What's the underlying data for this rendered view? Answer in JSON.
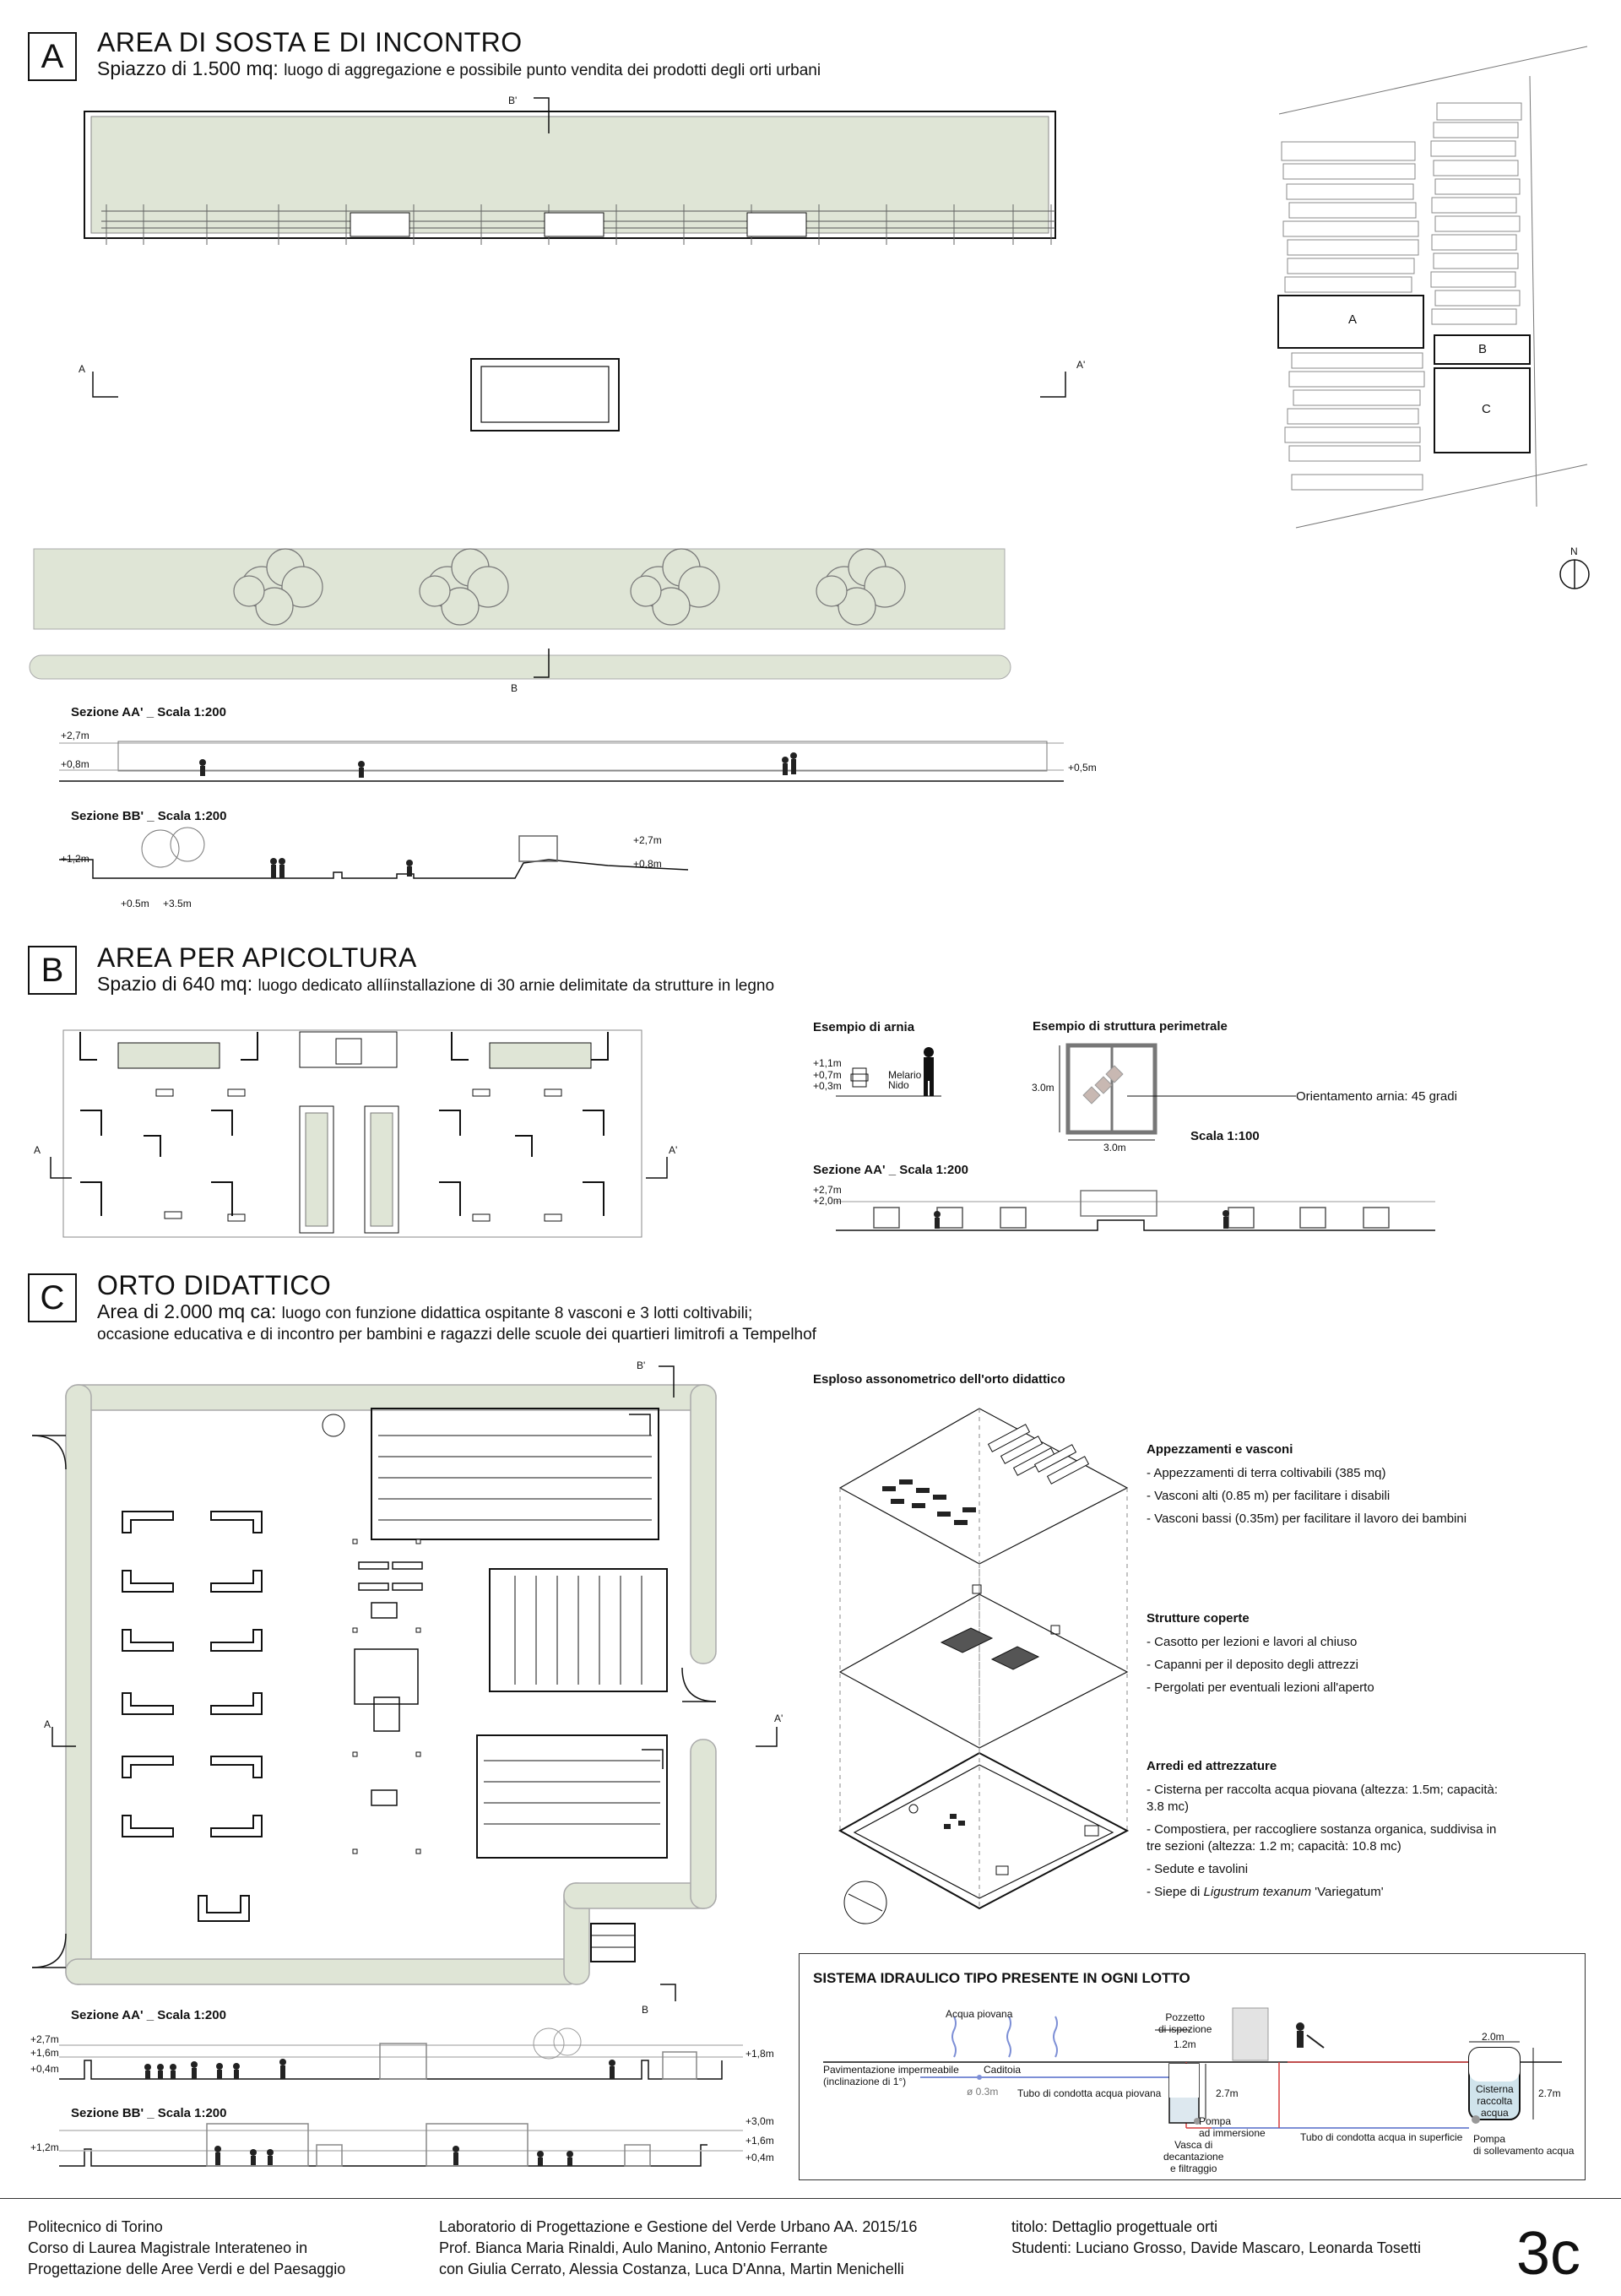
{
  "sectionA": {
    "letter": "A",
    "title": "AREA DI SOSTA E DI INCONTRO",
    "subtitle_big": "Spiazzo di 1.500 mq:",
    "subtitle_small": "luogo di aggregazione e possibile punto vendita dei prodotti degli orti urbani",
    "marks": {
      "b_top": "B'",
      "a_left": "A",
      "a_right": "A'",
      "b_bottom": "B"
    },
    "sectionAA": {
      "title": "Sezione AA' _ Scala 1:200",
      "levels": [
        "+2,7m",
        "+0,8m",
        "+0,5m"
      ]
    },
    "sectionBB": {
      "title": "Sezione BB' _ Scala 1:200",
      "levels": [
        "+1,2m",
        "+2,7m",
        "+0,8m",
        "+0.5m",
        "+3.5m"
      ]
    }
  },
  "map": {
    "labels": [
      "A",
      "B",
      "C"
    ],
    "north": "N"
  },
  "sectionB": {
    "letter": "B",
    "title": "AREA PER APICOLTURA",
    "subtitle_big": "Spazio di 640 mq:",
    "subtitle_small": "luogo dedicato allíinstallazione di 30 arnie delimitate da strutture in legno",
    "marks": {
      "a_left": "A",
      "a_right": "A'"
    },
    "arnia": {
      "title": "Esempio di arnia",
      "levels": [
        "+1,1m",
        "+0,7m",
        "+0,3m"
      ],
      "parts": [
        "Melario",
        "Nido"
      ]
    },
    "struttura": {
      "title": "Esempio di struttura perimetrale",
      "dim_v": "3.0m",
      "dim_h": "3.0m",
      "orientation": "Orientamento arnia: 45 gradi",
      "scale": "Scala 1:100"
    },
    "sectionAA": {
      "title": "Sezione AA' _ Scala 1:200",
      "levels": [
        "+2,7m",
        "+2,0m"
      ]
    }
  },
  "sectionC": {
    "letter": "C",
    "title": "ORTO DIDATTICO",
    "subtitle_big": "Area di 2.000 mq ca:",
    "subtitle_small": "luogo con funzione didattica ospitante 8 vasconi e 3 lotti coltivabili;",
    "subtitle_line2": "occasione educativa e di incontro per bambini e ragazzi delle scuole dei quartieri limitrofi a Tempelhof",
    "marks": {
      "b_top": "B'",
      "a_left": "A",
      "a_right": "A'",
      "b_bottom": "B"
    },
    "axono_title": "Esploso assonometrico dell'orto didattico",
    "groups": [
      {
        "title": "Appezzamenti e vasconi",
        "items": [
          "- Appezzamenti di terra coltivabili (385 mq)",
          "- Vasconi alti (0.85 m) per facilitare i disabili",
          "- Vasconi bassi (0.35m) per facilitare il lavoro dei bambini"
        ]
      },
      {
        "title": "Strutture coperte",
        "items": [
          "- Casotto per lezioni e lavori al chiuso",
          "- Capanni per il deposito degli attrezzi",
          "- Pergolati per eventuali lezioni all'aperto"
        ]
      },
      {
        "title": "Arredi ed attrezzature",
        "items": [
          "- Cisterna per raccolta acqua piovana (altezza: 1.5m; capacità: 3.8 mc)",
          "- Compostiera, per raccogliere sostanza organica, suddivisa in tre sezioni (altezza: 1.2 m; capacità: 10.8 mc)",
          "- Sedute e tavolini"
        ]
      }
    ],
    "siepe": {
      "prefix": "- Siepe di ",
      "species": "Ligustrum texanum",
      "suffix": " 'Variegatum'"
    },
    "sectionAA": {
      "title": "Sezione AA' _ Scala 1:200",
      "levels": [
        "+2,7m",
        "+1,6m",
        "+0,4m",
        "+1,8m"
      ]
    },
    "sectionBB": {
      "title": "Sezione BB' _ Scala 1:200",
      "levels": [
        "+1,2m",
        "+3,0m",
        "+1,6m",
        "+0,4m"
      ]
    }
  },
  "hydraulic": {
    "title": "SISTEMA IDRAULICO TIPO PRESENTE IN OGNI LOTTO",
    "labels": {
      "rain": "Acqua piovana",
      "pozzetto": "Pozzetto\ndi ispezione",
      "pozzetto_dim": "1.2m",
      "pavim": "Pavimentazione impermeabile\n(inclinazione di 1°)",
      "caditoia": "Caditoia",
      "diam": "ø 0.3m",
      "tubo1": "Tubo di condotta acqua piovana",
      "depth": "2.7m",
      "pompa1": "Pompa\nad immersione",
      "vasca": "Vasca di\ndecantazione\ne filtraggio",
      "tubo2": "Tubo di condotta acqua in superficie",
      "cist_w": "2.0m",
      "cist_h": "2.7m",
      "cisterna": "Cisterna\nraccolta\nacqua",
      "pompa2": "Pompa\ndi sollevamento acqua"
    }
  },
  "footer": {
    "col1": [
      "Politecnico di Torino",
      "Corso di Laurea Magistrale Interateneo in",
      "Progettazione delle Aree Verdi e del Paesaggio"
    ],
    "col2": [
      "Laboratorio di Progettazione e Gestione del Verde Urbano AA. 2015/16",
      "Prof. Bianca Maria Rinaldi, Aulo Manino, Antonio Ferrante",
      "con Giulia Cerrato, Alessia Costanza, Luca D'Anna, Martin Menichelli"
    ],
    "col3": [
      "titolo: Dettaglio progettuale orti",
      "Studenti: Luciano Grosso, Davide Mascaro, Leonarda Tosetti"
    ],
    "page": "3c"
  },
  "colors": {
    "green_fill": "#dfe5d6",
    "green_dark": "#9aa68c",
    "line": "#111111",
    "pink": "#d9c9c3",
    "blue": "#7d8fd6",
    "red": "#d43c3c"
  }
}
